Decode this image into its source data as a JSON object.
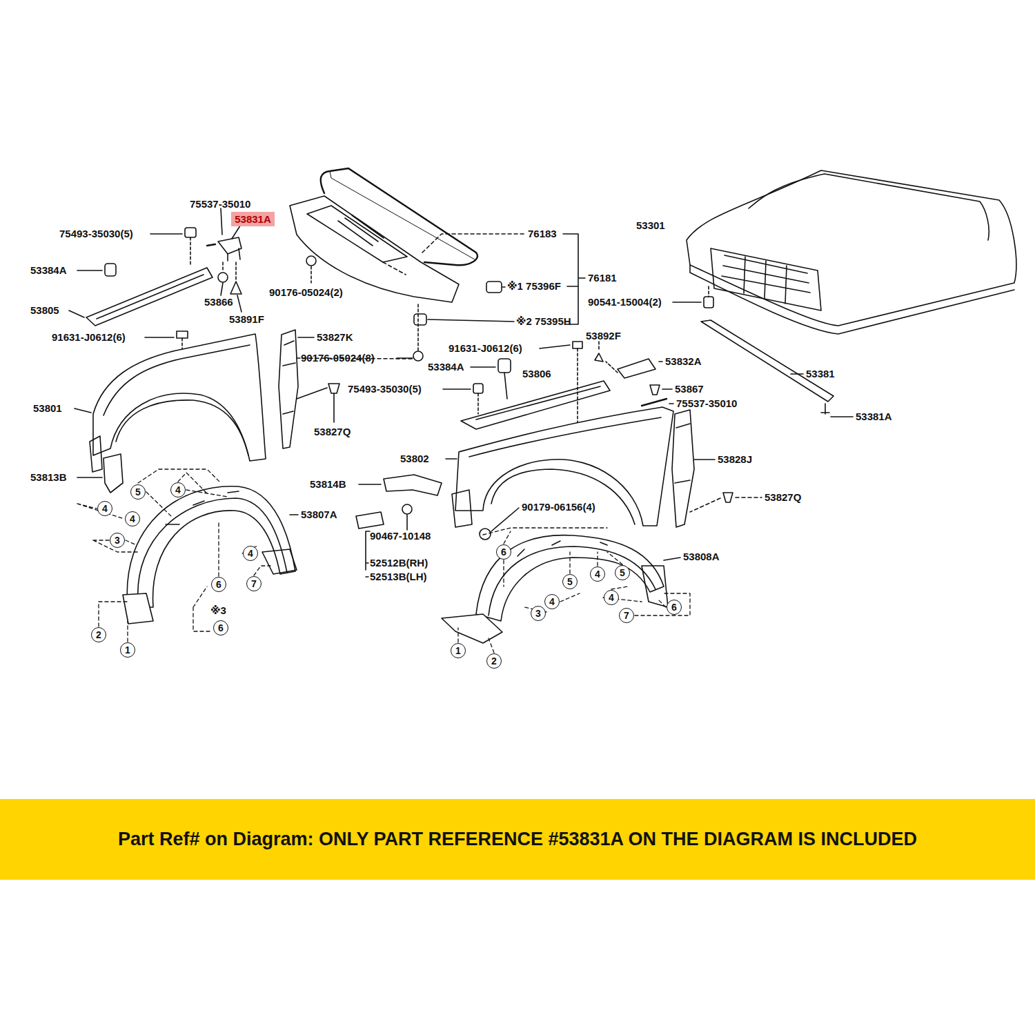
{
  "diagram": {
    "nodes": [
      {
        "text": [
          "53831A"
        ]
      },
      {
        "text": [
          "5"
        ]
      },
      {
        "text": [
          "4"
        ]
      },
      {
        "text": [
          "4"
        ]
      },
      {
        "text": [
          "4"
        ]
      },
      {
        "text": [
          "3"
        ]
      },
      {
        "text": [
          "4"
        ]
      },
      {
        "text": [
          "6"
        ]
      },
      {
        "text": [
          "7"
        ]
      },
      {
        "text": [
          "2"
        ]
      },
      {
        "text": [
          "1"
        ]
      },
      {
        "text": [
          "6"
        ]
      },
      {
        "text": [
          "6"
        ]
      },
      {
        "text": [
          "5"
        ]
      },
      {
        "text": [
          "4"
        ]
      },
      {
        "text": [
          "5"
        ]
      },
      {
        "text": [
          "4"
        ]
      },
      {
        "text": [
          "3"
        ]
      },
      {
        "text": [
          "4"
        ]
      },
      {
        "text": [
          "7"
        ]
      },
      {
        "text": [
          "6"
        ]
      },
      {
        "text": [
          "1"
        ]
      },
      {
        "text": [
          "2"
        ]
      },
      {
        "text": [
          "Part Ref# on Diagram: ONLY PART REFERENCE #53831A ON THE DIAGRAM IS INCLUDED"
        ]
      }
    ],
    "labels": [
      "75537-35010",
      "75493-35030(5)",
      "53384A",
      "53866",
      "53891F",
      "53805",
      "91631-J0612(6)",
      "90176-05024(2)",
      "76183",
      "※1 75396F",
      "76181",
      "※2 75395H",
      "53301",
      "90541-15004(2)",
      "53381",
      "53381A",
      "53827K",
      "90176-05024(8)",
      "91631-J0612(6)",
      "53892F",
      "53832A",
      "53384A",
      "53806",
      "75493-35030(5)",
      "53867",
      "75537-35010",
      "53801",
      "53827Q",
      "53802",
      "53828J",
      "53813B",
      "53814B",
      "53807A",
      "90179-06156(4)",
      "53827Q",
      "90467-10148",
      "52512B(RH)",
      "52513B(LH)",
      "53808A",
      "※3"
    ]
  }
}
